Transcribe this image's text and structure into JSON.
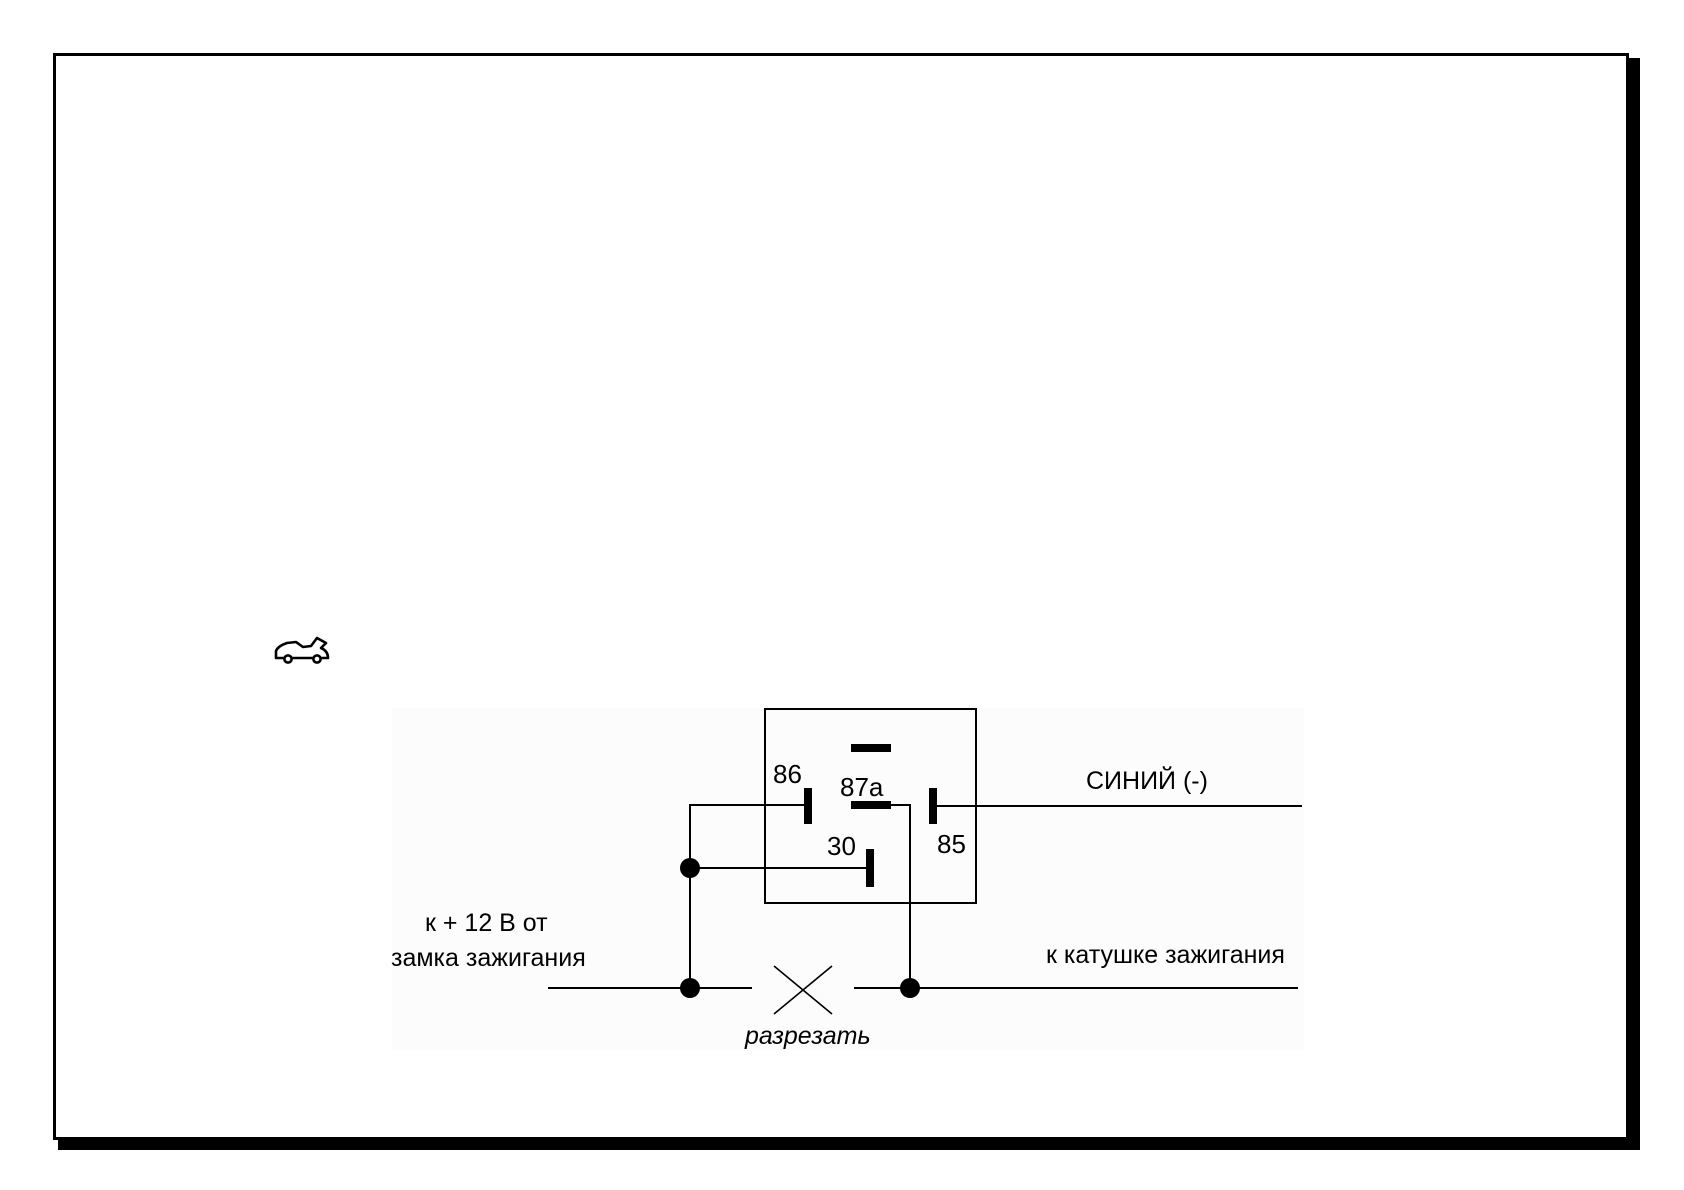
{
  "relay": {
    "pin_86": "86",
    "pin_87a": "87a",
    "pin_30": "30",
    "pin_85": "85"
  },
  "wires": {
    "blue_wire": "СИНИЙ (-)",
    "ignition_line1": "к + 12 В от",
    "ignition_line2": "замка зажигания",
    "coil": "к катушке зажигания",
    "cut": "разрезать"
  },
  "icons": {
    "top_left": "car-hood-icon"
  },
  "colors": {
    "line": "#000000",
    "panel_bg": "#fcfcfc"
  }
}
